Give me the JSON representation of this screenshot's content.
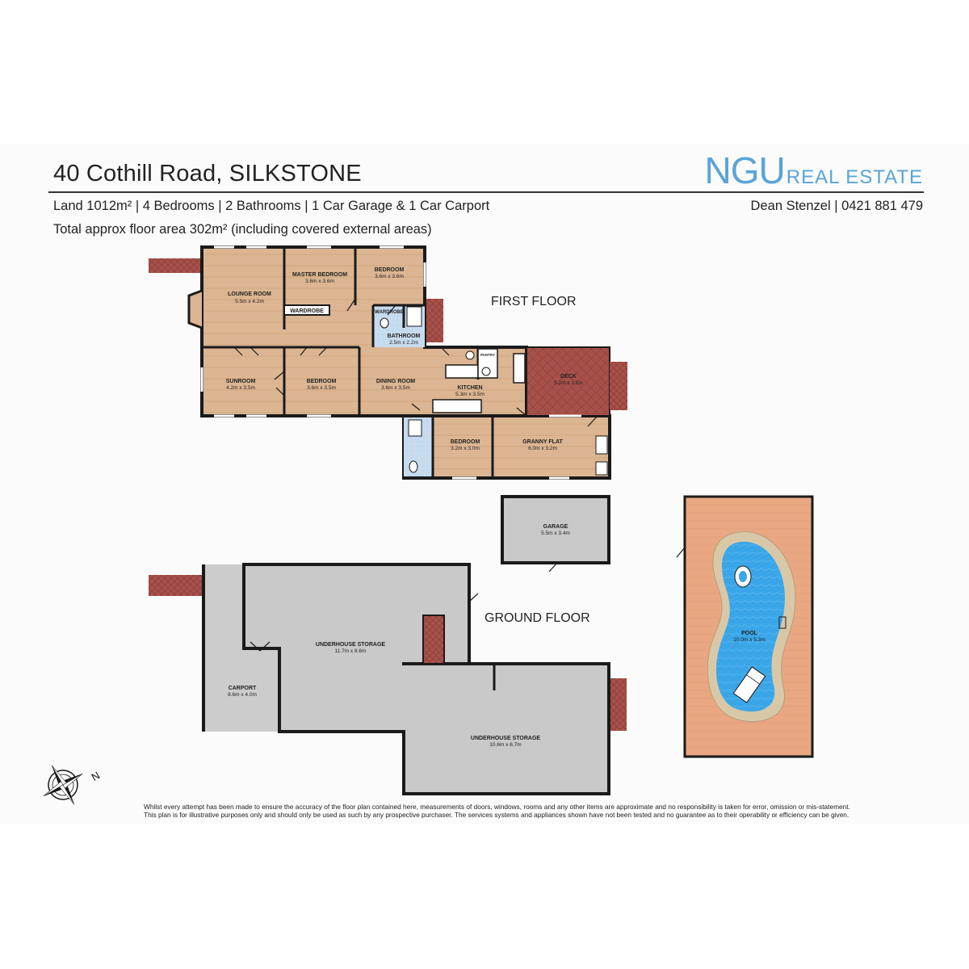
{
  "header": {
    "address": "40 Cothill Road, SILKSTONE",
    "summary": "Land 1012m² | 4 Bedrooms | 2 Bathrooms | 1 Car Garage & 1 Car Carport",
    "floor_area": "Total approx floor area 302m² (including covered external areas)",
    "agent": "Dean Stenzel | 0421 881 479"
  },
  "logo": {
    "brand": "NGU",
    "tagline": "REAL ESTATE"
  },
  "floors": {
    "first": "FIRST FLOOR",
    "ground": "GROUND FLOOR"
  },
  "rooms": {
    "lounge": {
      "name": "LOUNGE ROOM",
      "size": "5.5m x 4.2m"
    },
    "master": {
      "name": "MASTER BEDROOM",
      "size": "3.6m x 3.6m"
    },
    "bed2": {
      "name": "BEDROOM",
      "size": "3.6m x 3.6m"
    },
    "wardrobe1": {
      "name": "WARDROBE"
    },
    "wardrobe2": {
      "name": "WARDROBE"
    },
    "bathroom": {
      "name": "BATHROOM",
      "size": "2.5m x 2.2m"
    },
    "pantry": {
      "name": "PANTRY"
    },
    "sunroom": {
      "name": "SUNROOM",
      "size": "4.2m x 3.5m"
    },
    "bed3": {
      "name": "BEDROOM",
      "size": "3.6m x 3.5m"
    },
    "dining": {
      "name": "DINING ROOM",
      "size": "3.6m x 3.5m"
    },
    "kitchen": {
      "name": "KITCHEN",
      "size": "5.3m x 3.5m"
    },
    "deck": {
      "name": "DECK",
      "size": "5.2m x 3.5m"
    },
    "bed4": {
      "name": "BEDROOM",
      "size": "3.2m x 3.0m"
    },
    "granny": {
      "name": "GRANNY FLAT",
      "size": "6.0m x 3.2m"
    },
    "garage": {
      "name": "GARAGE",
      "size": "5.5m x 3.4m"
    },
    "pool": {
      "name": "POOL",
      "size": "10.0m x 5.3m"
    },
    "storage1": {
      "name": "UNDERHOUSE STORAGE",
      "size": "11.7m x 8.6m"
    },
    "carport": {
      "name": "CARPORT",
      "size": "8.6m x 4.0m"
    },
    "storage2": {
      "name": "UNDERHOUSE STORAGE",
      "size": "10.6m x 6.7m"
    }
  },
  "compass": {
    "label": "N"
  },
  "disclaimer": {
    "line1": "Whilst every attempt has been made to ensure the accuracy of the floor plan contained here, measurements of doors, windows, rooms and any other items are approximate and no responsibility is taken for error, omission or mis-statement.",
    "line2": "This plan is for illustrative purposes only and should only be used as such by any prospective purchaser. The services systems and appliances shown have not been tested and no guarantee as to their operability or efficiency can be given."
  },
  "colors": {
    "floor_wood": "#dcb592",
    "brick": "#a8514b",
    "concrete": "#c9c9c9",
    "tile_blue": "#c8dcef",
    "pool_water": "#3aa6e8",
    "pool_deck": "#e9a882",
    "logo_blue": "#5aa4d6"
  }
}
